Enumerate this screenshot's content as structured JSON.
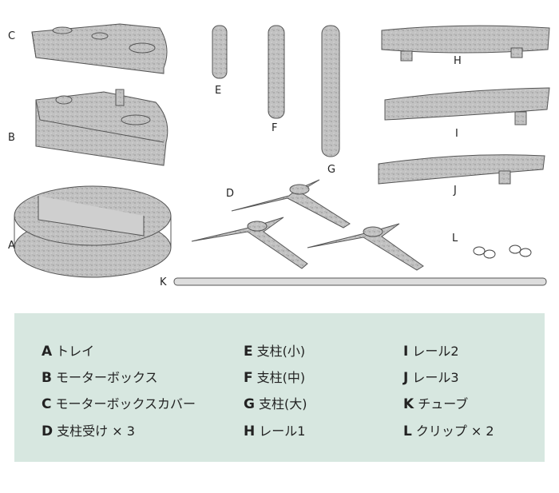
{
  "diagram_labels": {
    "A": "A",
    "B": "B",
    "C": "C",
    "D": "D",
    "E": "E",
    "F": "F",
    "G": "G",
    "H": "H",
    "I": "I",
    "J": "J",
    "K": "K",
    "L": "L"
  },
  "legend": [
    {
      "letter": "A",
      "name": "トレイ"
    },
    {
      "letter": "B",
      "name": "モーターボックス"
    },
    {
      "letter": "C",
      "name": "モーターボックスカバー"
    },
    {
      "letter": "D",
      "name": "支柱受け × 3"
    },
    {
      "letter": "E",
      "name": "支柱(小)"
    },
    {
      "letter": "F",
      "name": "支柱(中)"
    },
    {
      "letter": "G",
      "name": "支柱(大)"
    },
    {
      "letter": "H",
      "name": "レール1"
    },
    {
      "letter": "I",
      "name": "レール2"
    },
    {
      "letter": "J",
      "name": "レール3"
    },
    {
      "letter": "K",
      "name": "チューブ"
    },
    {
      "letter": "L",
      "name": "クリップ × 2"
    }
  ],
  "colors": {
    "legend_bg": "#d7e7e0",
    "part_fill": "#b9b9b9",
    "part_stroke": "#555555"
  }
}
